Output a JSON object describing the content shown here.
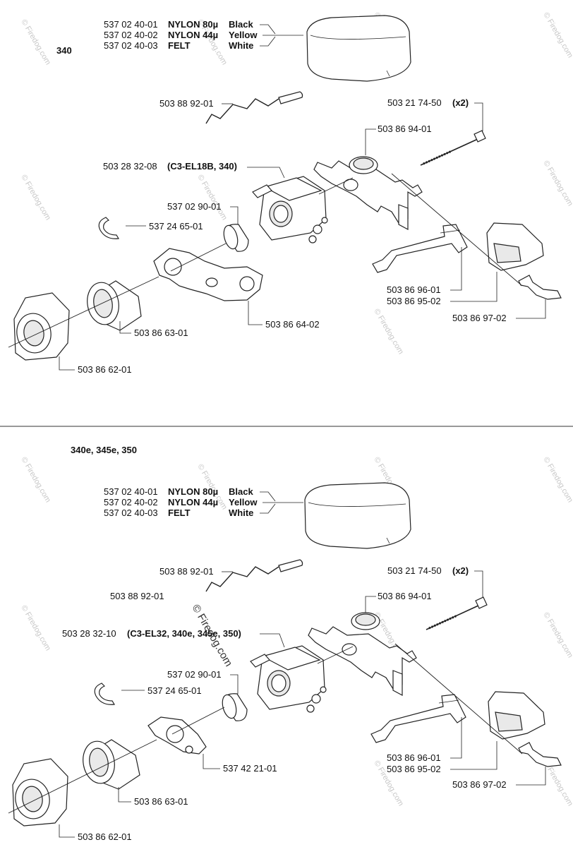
{
  "top": {
    "model": "340",
    "filter": {
      "rows": [
        {
          "pn": "537 02 40-01",
          "mat": "NYLON 80µ",
          "color": "Black"
        },
        {
          "pn": "537 02 40-02",
          "mat": "NYLON 44µ",
          "color": "Yellow"
        },
        {
          "pn": "537 02 40-03",
          "mat": "FELT",
          "color": "White"
        }
      ]
    },
    "labels": {
      "choke_rod": "503 88 92-01",
      "screw_pn": "503 21 74-50",
      "screw_qty": "(x2)",
      "holder": "503 86 94-01",
      "carb_pn": "503 28 32-08",
      "carb_note": "(C3-EL18B, 340)",
      "ring": "537 02 90-01",
      "clip": "537 24 65-01",
      "lever_a": "503 86 96-01",
      "lever_b": "503 86 95-02",
      "spring": "503 86 97-02",
      "intake": "503 86 63-01",
      "flange": "503 86 64-02",
      "plate": "503 86 62-01"
    }
  },
  "bottom": {
    "model": "340e, 345e, 350",
    "filter": {
      "rows": [
        {
          "pn": "537 02 40-01",
          "mat": "NYLON 80µ",
          "color": "Black"
        },
        {
          "pn": "537 02 40-02",
          "mat": "NYLON 44µ",
          "color": "Yellow"
        },
        {
          "pn": "537 02 40-03",
          "mat": "FELT",
          "color": "White"
        }
      ]
    },
    "labels": {
      "choke_rod": "503 88 92-01",
      "choke_rod_2": "503 88 92-01",
      "screw_pn": "503 21 74-50",
      "screw_qty": "(x2)",
      "holder": "503 86 94-01",
      "carb_pn": "503 28 32-10",
      "carb_note": "(C3-EL32, 340e, 345e, 350)",
      "ring": "537 02 90-01",
      "clip": "537 24 65-01",
      "lever_a": "503 86 96-01",
      "lever_b": "503 86 95-02",
      "spring": "503 86 97-02",
      "intake": "503 86 63-01",
      "flange": "537 42 21-01",
      "plate": "503 86 62-01"
    }
  },
  "watermark": {
    "text": "© Firedog.com",
    "center_text": "© Firedog.com"
  }
}
